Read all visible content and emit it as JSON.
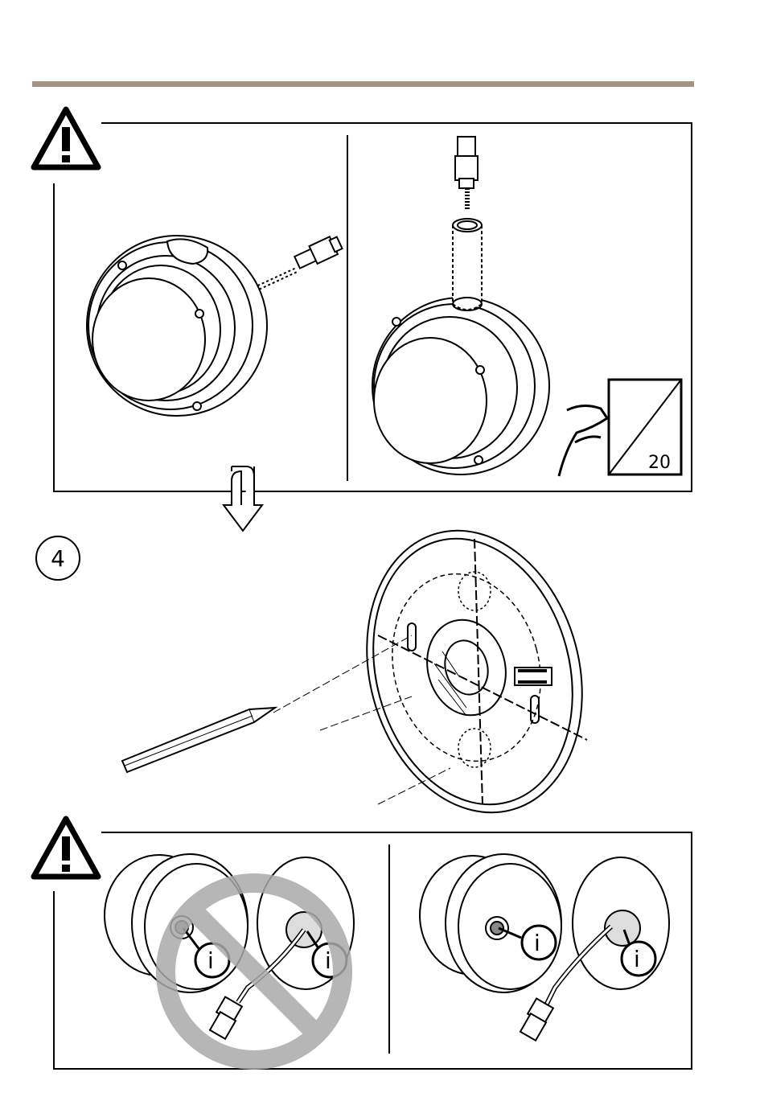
{
  "header": {
    "rule_color": "#a39384"
  },
  "warning_top": {
    "icon": "warning-triangle-icon"
  },
  "panel_top_right": {
    "wait_time": "20"
  },
  "step": {
    "number": "4"
  },
  "warning_bottom": {
    "icon": "warning-triangle-icon",
    "info_label": "i"
  }
}
